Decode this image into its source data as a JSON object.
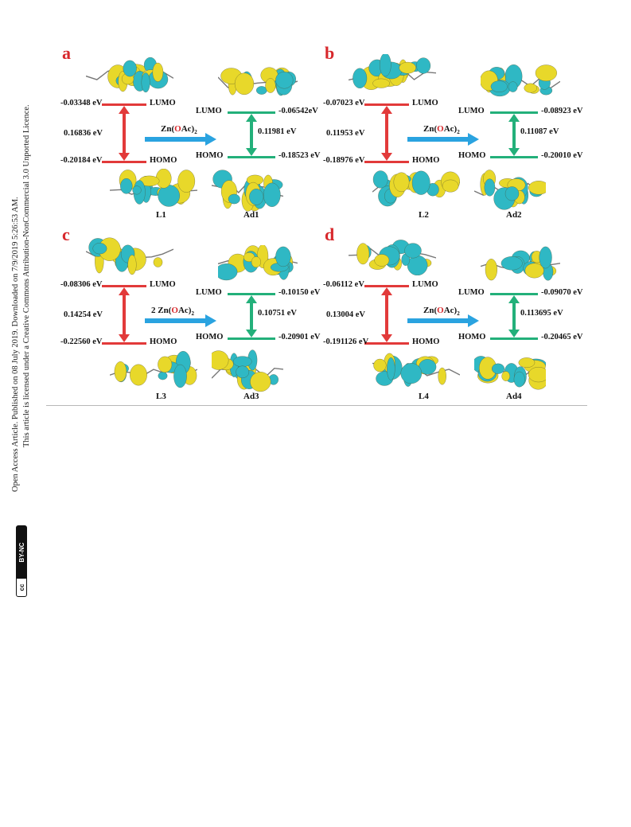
{
  "sidebar": {
    "line1": "Open Access Article. Published on 08 July 2019. Downloaded on 7/9/2019 5:26:53 AM.",
    "line2": "This article is licensed under a Creative Commons Attribution-NonCommercial 3.0 Unported Licence.",
    "badge_left": "cc",
    "badge_right": "BY-NC"
  },
  "reagent_prefix": "Zn(",
  "reagent_o": "O",
  "reagent_suffix": "Ac)",
  "reagent_sub": "2",
  "lumo": "LUMO",
  "homo": "HOMO",
  "panels": [
    {
      "letter": "a",
      "ligand": "L1",
      "adduct": "Ad1",
      "lig_lumo": "-0.03348 eV",
      "lig_gap": "0.16836 eV",
      "lig_homo": "-0.20184 eV",
      "ad_lumo": "-0.06542eV",
      "ad_gap": "0.11981 eV",
      "ad_homo": "-0.18523 eV",
      "reagent_count": ""
    },
    {
      "letter": "b",
      "ligand": "L2",
      "adduct": "Ad2",
      "lig_lumo": "-0.07023 eV",
      "lig_gap": "0.11953 eV",
      "lig_homo": "-0.18976 eV",
      "ad_lumo": "-0.08923 eV",
      "ad_gap": "0.11087 eV",
      "ad_homo": "-0.20010 eV",
      "reagent_count": ""
    },
    {
      "letter": "c",
      "ligand": "L3",
      "adduct": "Ad3",
      "lig_lumo": "-0.08306 eV",
      "lig_gap": "0.14254 eV",
      "lig_homo": "-0.22560 eV",
      "ad_lumo": "-0.10150 eV",
      "ad_gap": "0.10751 eV",
      "ad_homo": "-0.20901 eV",
      "reagent_count": "2 "
    },
    {
      "letter": "d",
      "ligand": "L4",
      "adduct": "Ad4",
      "lig_lumo": "-0.06112 eV",
      "lig_gap": "0.13004 eV",
      "lig_homo": "-0.191126 eV",
      "ad_lumo": "-0.09070 eV",
      "ad_gap": "0.113695 eV",
      "ad_homo": "-0.20465 eV",
      "reagent_count": ""
    }
  ],
  "colors": {
    "ligand_level": "#e23a3a",
    "adduct_level": "#23b07a",
    "reaction_arrow": "#2aa3e0",
    "panel_letter": "#d7282c",
    "orbital_cyan": "#2fb8c4",
    "orbital_yellow": "#e8d82a"
  }
}
